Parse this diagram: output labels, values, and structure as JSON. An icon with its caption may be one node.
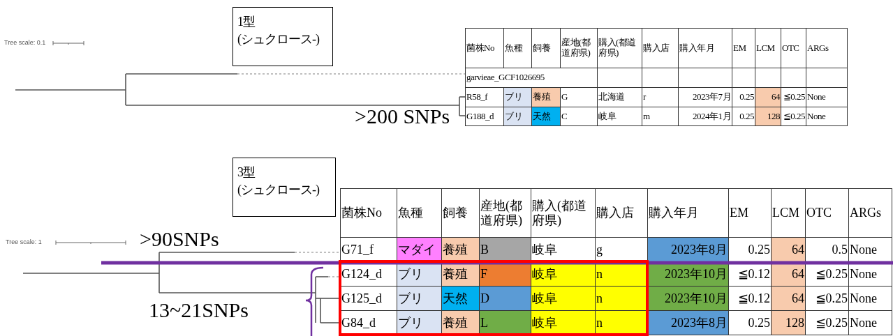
{
  "diagram": {
    "nodes": [
      {
        "text": [
          "1型",
          "(シュクロース-)"
        ]
      },
      {
        "text": [
          "3型",
          "(シュクロース-)"
        ]
      }
    ],
    "labels": [
      "Tree scale: 0.1",
      "菌株No",
      "魚種",
      "飼養",
      "産地(都道府県)",
      "購入(都道府県)",
      "購入店",
      "購入年月",
      "EM",
      "LCM",
      "OTC",
      "ARGs",
      "garvieae_GCF1026695",
      "R58_f",
      "ブリ",
      "養殖",
      "G",
      "北海道",
      "r",
      "2023年7月",
      "0.25",
      "64",
      "≦0.25",
      "None",
      "G188_d",
      "ブリ",
      "天然",
      "C",
      "岐阜",
      "m",
      "2024年1月",
      "0.25",
      "128",
      "≦0.25",
      "None",
      ">200 SNPs",
      "Tree scale: 1",
      ">90SNPs",
      "菌株No",
      "魚種",
      "飼養",
      "産地(都道府県)",
      "購入(都道府県)",
      "購入店",
      "購入年月",
      "EM",
      "LCM",
      "OTC",
      "ARGs",
      "G71_f",
      "マダイ",
      "養殖",
      "B",
      "岐阜",
      "g",
      "2023年8月",
      "0.25",
      "64",
      "0.5",
      "None",
      "G124_d",
      "ブリ",
      "養殖",
      "F",
      "岐阜",
      "n",
      "2023年10月",
      "≦0.12",
      "64",
      "≦0.25",
      "None",
      "G125_d",
      "ブリ",
      "天然",
      "D",
      "岐阜",
      "n",
      "2023年10月",
      "≦0.12",
      "64",
      "≦0.25",
      "None",
      "G84_d",
      "ブリ",
      "養殖",
      "L",
      "岐阜",
      "n",
      "2023年8月",
      "0.25",
      "128",
      "≦0.25",
      "None",
      "13~21SNPs"
    ]
  }
}
